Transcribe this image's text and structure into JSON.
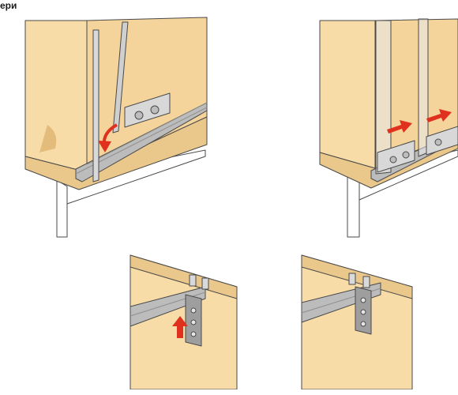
{
  "heading": "ери",
  "palette": {
    "wood": "#f7dca8",
    "wood_dark": "#eac78a",
    "wood_shade": "#e3bc7c",
    "glass": "#c9c9c9",
    "rail": "#bcbcbc",
    "rail_dark": "#8f8f8f",
    "bracket": "#9e9e9e",
    "arrow": "#e0311f",
    "line": "#4a4a4a"
  },
  "steps": [
    {
      "name": "lower-door-onto-rail",
      "arrow": "arrow-curved-icon"
    },
    {
      "name": "slide-doors-right",
      "arrow": "arrow-right-icon"
    },
    {
      "name": "push-bracket-up",
      "arrow": "arrow-up-icon"
    },
    {
      "name": "bracket-locked",
      "arrow": null
    }
  ]
}
